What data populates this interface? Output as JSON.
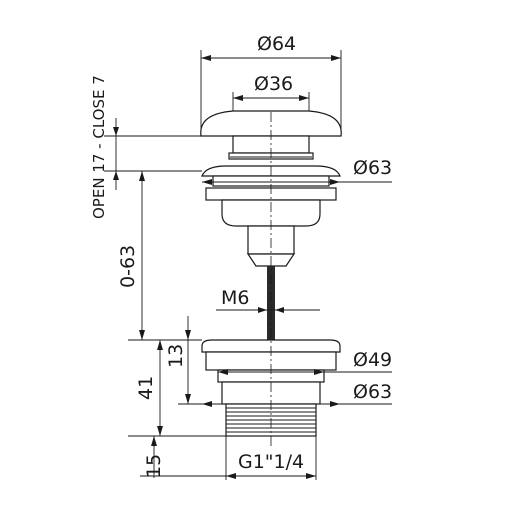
{
  "dimensions": {
    "cap_diameter": "Ø64",
    "button_diameter": "Ø36",
    "flange_top_diameter": "Ø63",
    "stroke": "OPEN 17 - CLOSE 7",
    "adjustment_range": "0-63",
    "rod_thread": "M6",
    "flange_height": "13",
    "body_diameter": "Ø49",
    "flange_bottom_diameter": "Ø63",
    "body_height": "41",
    "thread_length": "15",
    "thread_size": "G1\"1/4"
  }
}
